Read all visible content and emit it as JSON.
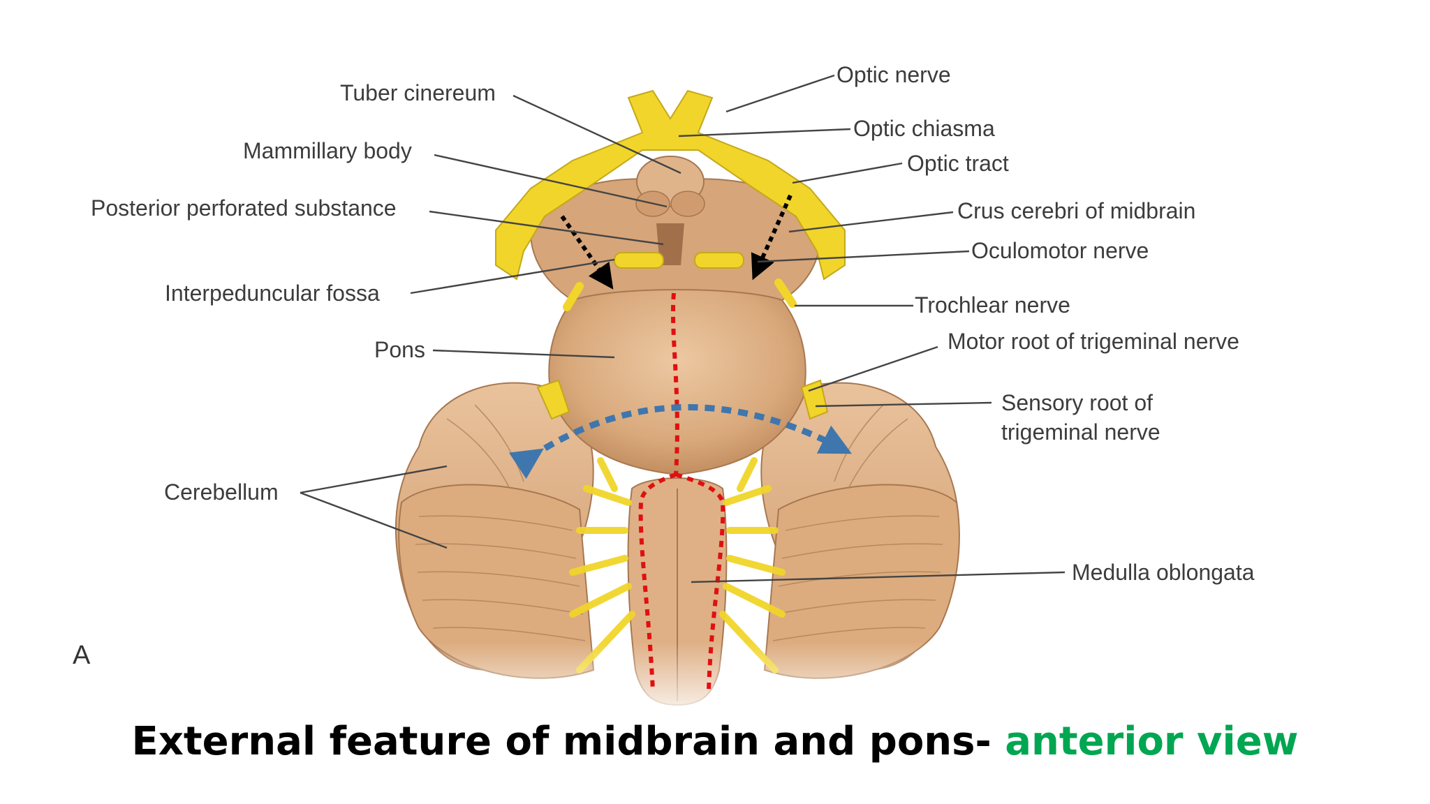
{
  "labels": {
    "tuber_cinereum": "Tuber cinereum",
    "mammillary_body": "Mammillary body",
    "posterior_perforated_substance": "Posterior perforated substance",
    "interpeduncular_fossa": "Interpeduncular fossa",
    "pons": "Pons",
    "cerebellum": "Cerebellum",
    "optic_nerve": "Optic nerve",
    "optic_chiasma": "Optic chiasma",
    "optic_tract": "Optic tract",
    "crus_cerebri": "Crus cerebri of midbrain",
    "oculomotor_nerve": "Oculomotor nerve",
    "trochlear_nerve": "Trochlear nerve",
    "motor_root_trigeminal": "Motor root of trigeminal nerve",
    "sensory_root_trigeminal": "Sensory root of trigeminal nerve",
    "medulla_oblongata": "Medulla oblongata"
  },
  "figure_letter": "A",
  "caption": {
    "main": "External feature of midbrain and pons- ",
    "accent": "anterior view"
  },
  "colors": {
    "accent": "#00a651",
    "tissue": "#e6bd93",
    "nerve": "#f1d52a",
    "leader": "#444444",
    "midline_dash": "#e01010",
    "curve_arrow": "#3f76ad",
    "arrow_black": "#000000"
  }
}
